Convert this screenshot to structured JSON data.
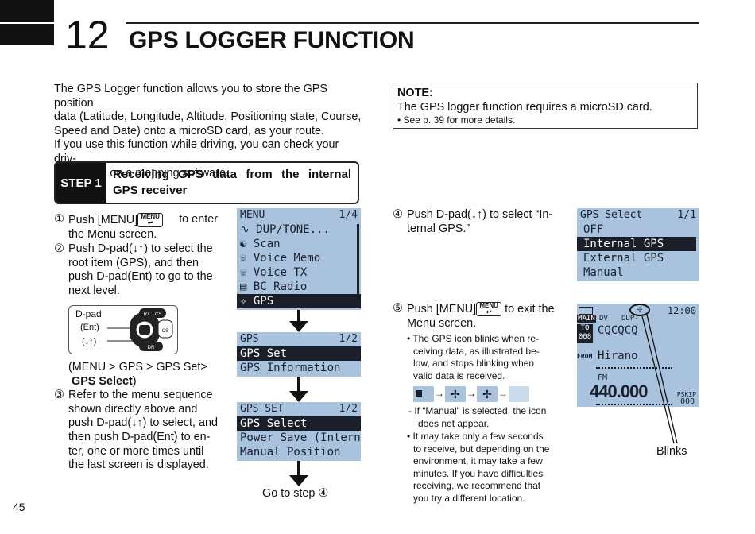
{
  "chapter": {
    "number": "12",
    "title": "GPS LOGGER FUNCTION",
    "page": "45"
  },
  "intro": {
    "l1": "The GPS Logger function allows you to store the GPS position",
    "l2": "data (Latitude, Longitude, Altitude, Positioning state, Course,",
    "l3": "Speed and Date) onto a microSD card, as your route.",
    "l4": "If you use this function while driving, you can check your driv-",
    "l5": "ing course on a mapping software."
  },
  "note": {
    "title": "NOTE:",
    "text": "The GPS logger function requires a microSD card.",
    "sub": "• See p. 39 for more details."
  },
  "step": {
    "label": "STEP 1",
    "text": "Receiving GPS data from the internal GPS receiver"
  },
  "items": {
    "i1a": "Push  [MENU]",
    "i1b": "to  enter",
    "i1c": "the Menu screen.",
    "i2a": "Push D-pad(",
    "i2b": "↓↑",
    "i2c": ") to select the",
    "i2d": "root  item  (GPS),  and  then",
    "i2e": "push D-pad(Ent) to go to the",
    "i2f": "next level.",
    "dpad_label": "D-pad",
    "dpad_ent": "(Ent)",
    "dpad_ud": "(↓↑)",
    "dpad_rx": "RX→CS",
    "dpad_cs": "CS",
    "dpad_dr": "DR",
    "path": "(MENU  >  GPS  >  GPS  Set>",
    "path2": "GPS Select",
    "path3": ")",
    "i3a": "Refer to the menu sequence",
    "i3b": "shown  directly  above  and",
    "i3c": "push D-pad(↓↑) to select, and",
    "i3d": "then push D-pad(Ent) to en-",
    "i3e": "ter,  one  or  more  times  until",
    "i3f": "the last screen is displayed.",
    "i4a": "Push D-pad(↓↑) to select “In-",
    "i4b": "ternal GPS.”",
    "i5a": "Push [MENU]",
    "i5b": "to exit the",
    "i5c": "Menu screen.",
    "b1a": "• The  GPS  icon  blinks  when  re-",
    "b1b": "ceiving  data,  as  illustrated  be-",
    "b1c": "low,  and  stops  blinking  when",
    "b1d": "valid data is received.",
    "s1a": "- If “Manual” is selected, the icon",
    "s1b": "does not appear.",
    "b2a": "• It  may  take  only  a  few  seconds",
    "b2b": "to receive, but depending on the",
    "b2c": "environment,  it  may  take  a  few",
    "b2d": "minutes.  If  you  have  difficulties",
    "b2e": "receiving,  we  recommend  that",
    "b2f": "you try a different location.",
    "menu_btn": "MENU",
    "goto": "Go to step ④",
    "blinks": "Blinks",
    "n1": "①",
    "n2": "②",
    "n3": "③",
    "n4": "④",
    "n5": "⑤"
  },
  "screens": {
    "menu": {
      "title": "MENU",
      "page": "1/4",
      "items": [
        "DUP/TONE...",
        "Scan",
        "Voice Memo",
        "Voice TX",
        "BC Radio",
        "GPS"
      ]
    },
    "gps": {
      "title": "GPS",
      "page": "1/2",
      "items": [
        "GPS Set",
        "GPS Information"
      ]
    },
    "gpsset": {
      "title": "GPS SET",
      "page": "1/2",
      "items": [
        "GPS Select",
        "Power Save (Interna",
        "Manual Position"
      ]
    },
    "gpsselect": {
      "title": "GPS Select",
      "page": "1/1",
      "items": [
        "OFF",
        "Internal GPS",
        "External GPS",
        "Manual"
      ]
    },
    "main": {
      "main": "MAIN",
      "dv": "DV",
      "dup": "DUP-",
      "time": "12:00",
      "to": "TO",
      "to_num": "008",
      "call": "CQCQCQ",
      "from": "FROM",
      "from_call": "Hirano",
      "mode": "FM",
      "freq": "440.000",
      "pskip": "PSKIP",
      "ch": "000"
    }
  }
}
